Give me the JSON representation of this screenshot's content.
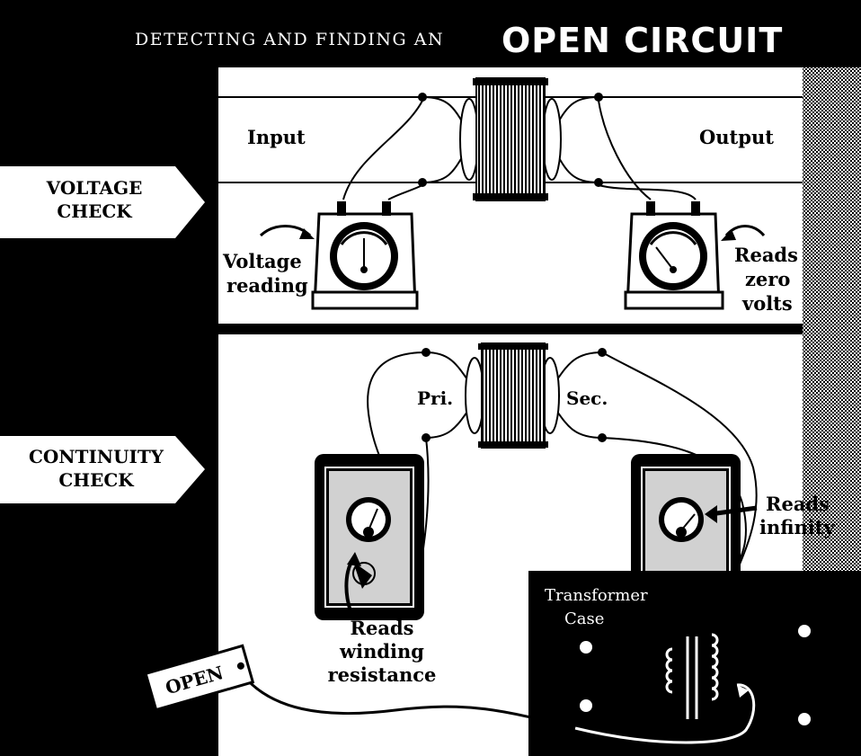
{
  "header": {
    "lead": "DETECTING AND FINDING AN",
    "emphasis": "OPEN CIRCUIT"
  },
  "voltage_check": {
    "tag_line1": "VOLTAGE",
    "tag_line2": "CHECK",
    "input_label": "Input",
    "output_label": "Output",
    "left_reading_line1": "Voltage",
    "left_reading_line2": "reading",
    "right_reading_line1": "Reads",
    "right_reading_line2": "zero",
    "right_reading_line3": "volts"
  },
  "continuity_check": {
    "tag_line1": "CONTINUITY",
    "tag_line2": "CHECK",
    "primary_label": "Pri.",
    "secondary_label": "Sec.",
    "right_reading_line1": "Reads",
    "right_reading_line2": "infinity",
    "left_reading_line1": "Reads",
    "left_reading_line2": "winding",
    "left_reading_line3": "resistance"
  },
  "inset": {
    "title_line1": "Transformer",
    "title_line2": "Case",
    "open_tag": "OPEN"
  },
  "colors": {
    "background": "#000000",
    "panel": "#ffffff",
    "ink": "#000000",
    "screen": "#9a9a9a"
  }
}
